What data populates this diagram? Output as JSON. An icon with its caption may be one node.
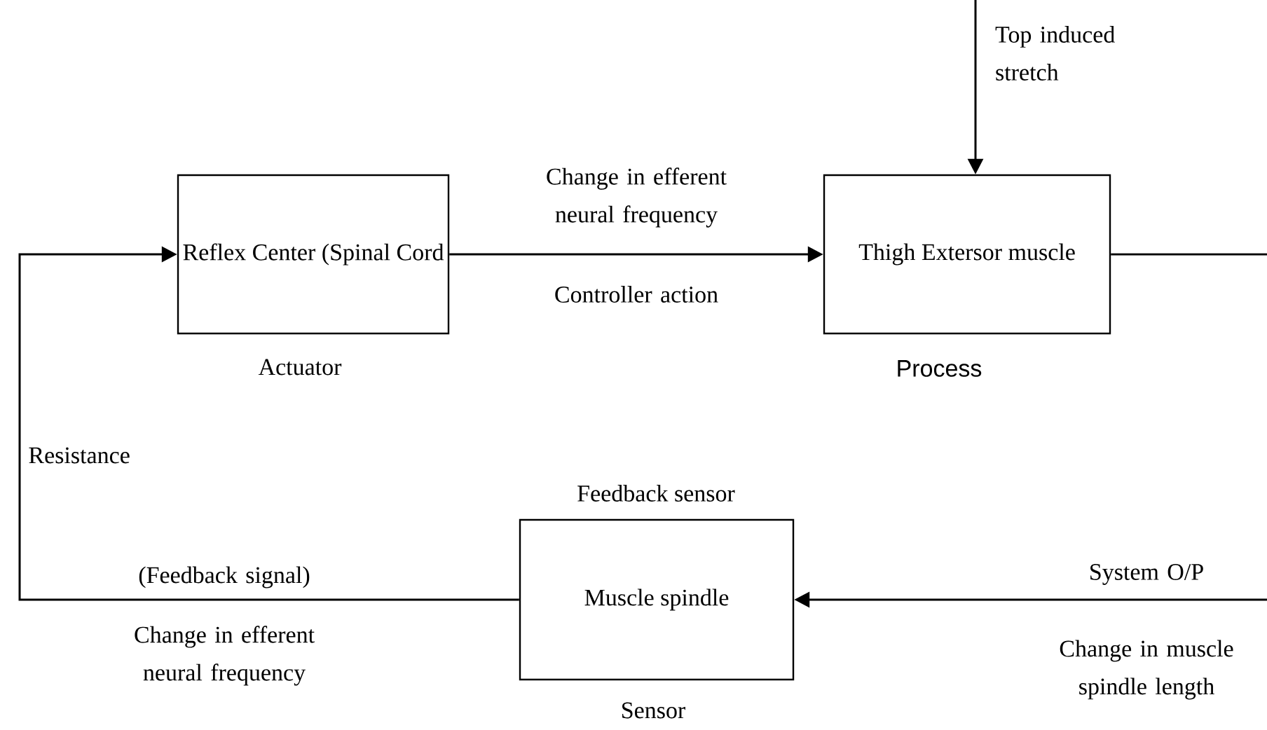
{
  "diagram": {
    "nodes": [
      {
        "text": [
          "Reflex Center (Spinal Cord"
        ],
        "beside": [
          "Actuator"
        ]
      },
      {
        "text": [
          "Thigh Extersor muscle"
        ],
        "beside": [
          "Process"
        ]
      },
      {
        "text": [
          "Muscle spindle"
        ],
        "beside": [
          "Feedback sensor",
          "Sensor"
        ]
      }
    ],
    "edges": [
      {
        "from": 0,
        "to": 1,
        "arrow": "to",
        "label": "Change in efferent neural frequency"
      },
      {
        "from": null,
        "to": 1,
        "arrow": "to",
        "label": "Top induced stretch"
      },
      {
        "from": 1,
        "to": 2,
        "arrow": "to",
        "label": "System O/P"
      },
      {
        "from": 2,
        "to": 0,
        "arrow": "to",
        "label": "(Feedback signal)"
      }
    ],
    "labels": [
      "Controller action",
      "Resistance",
      "Change in efferent neural frequency",
      "Change in muscle spindle length"
    ]
  }
}
